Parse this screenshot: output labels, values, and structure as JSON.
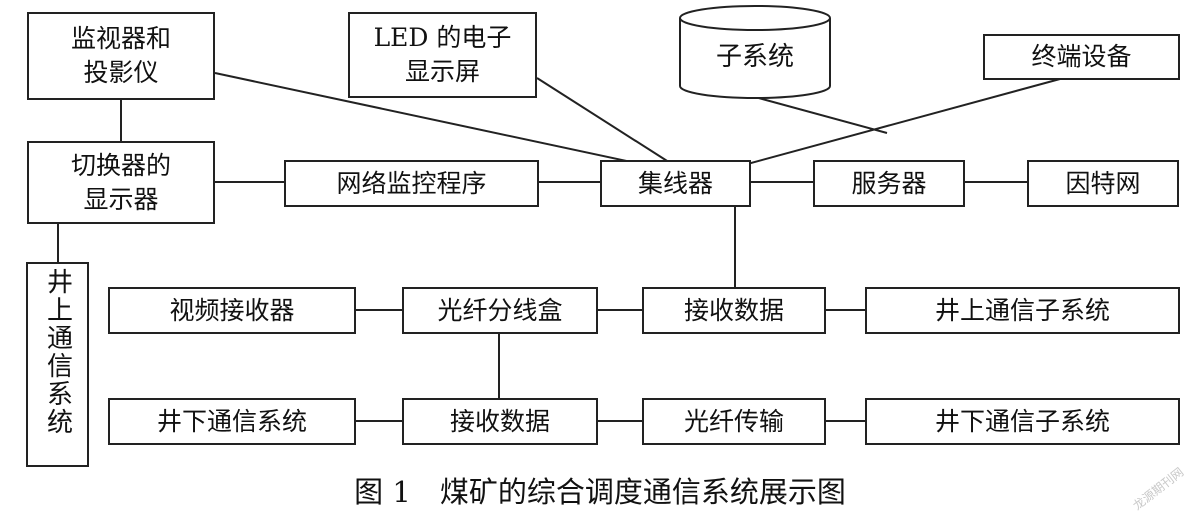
{
  "nodes": {
    "monitor_projector": "监视器和\n投影仪",
    "led_display": "LED 的电子\n显示屏",
    "subsystem_db": "子系统",
    "terminal": "终端设备",
    "switcher_display": "切换器的\n显示器",
    "network_monitor": "网络监控程序",
    "hub": "集线器",
    "server": "服务器",
    "internet": "因特网",
    "surface_comm_vertical": "井上通信系统",
    "video_receiver": "视频接收器",
    "fiber_splitter": "光纤分线盒",
    "receive_data_upper": "接收数据",
    "surface_comm_subsystem": "井上通信子系统",
    "underground_comm": "井下通信系统",
    "receive_data_lower": "接收数据",
    "fiber_transmission": "光纤传输",
    "underground_comm_subsystem": "井下通信子系统"
  },
  "caption": "图 1　煤矿的综合调度通信系统展示图",
  "watermark": "龙源期刊网"
}
